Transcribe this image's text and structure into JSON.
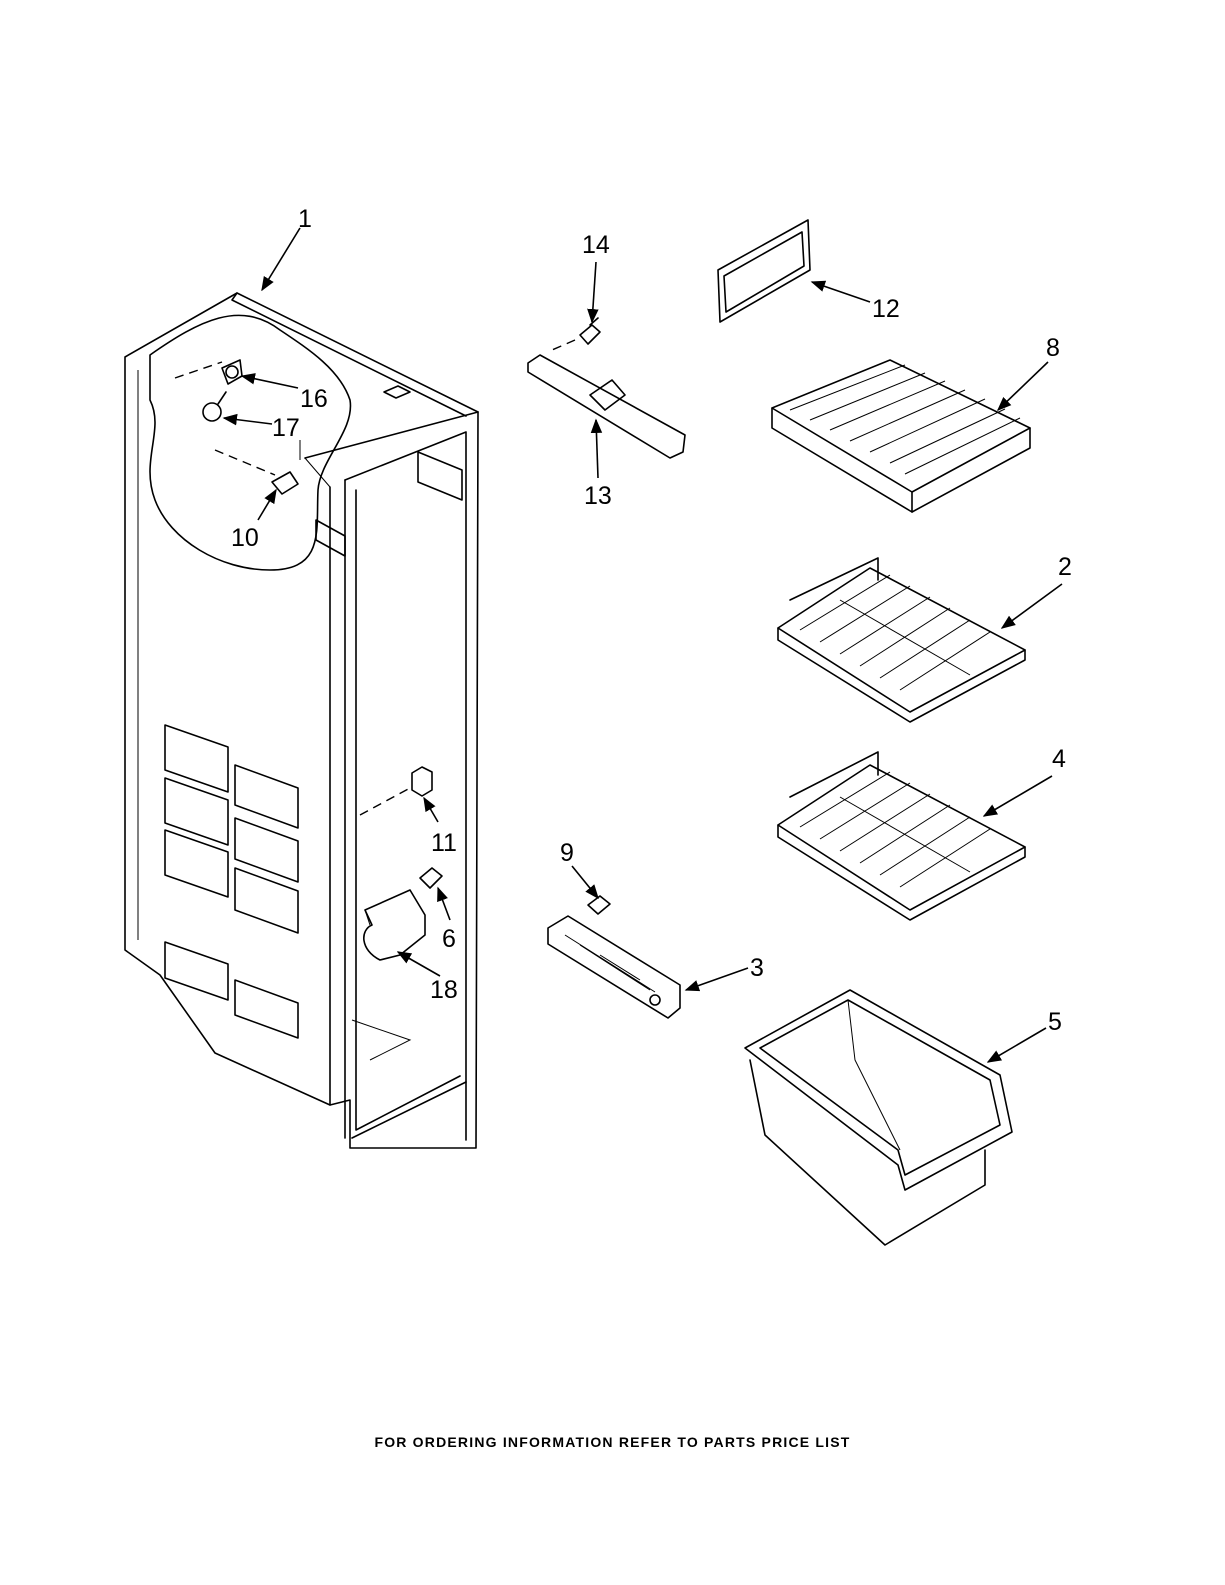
{
  "diagram": {
    "callouts": [
      "1",
      "14",
      "12",
      "8",
      "16",
      "17",
      "13",
      "10",
      "2",
      "4",
      "11",
      "9",
      "6",
      "3",
      "18",
      "5"
    ]
  },
  "footer": {
    "text": "FOR ORDERING INFORMATION REFER TO PARTS PRICE LIST"
  }
}
